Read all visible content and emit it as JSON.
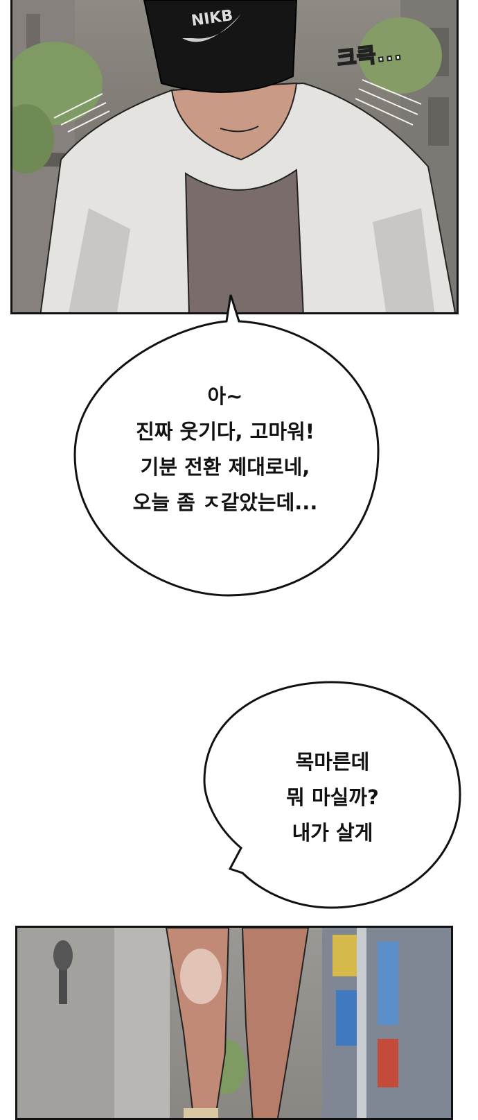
{
  "panel_top": {
    "cap_text": "NIKB",
    "sfx": "크큭..."
  },
  "bubble1": {
    "lines": [
      "아~",
      "진짜 웃기다, 고마워!",
      "기분 전환 제대로네,",
      "오늘 좀 ㅈ같았는데..."
    ]
  },
  "bubble2": {
    "lines": [
      "목마른데",
      "뭐 마실까?",
      "내가 살게"
    ]
  }
}
